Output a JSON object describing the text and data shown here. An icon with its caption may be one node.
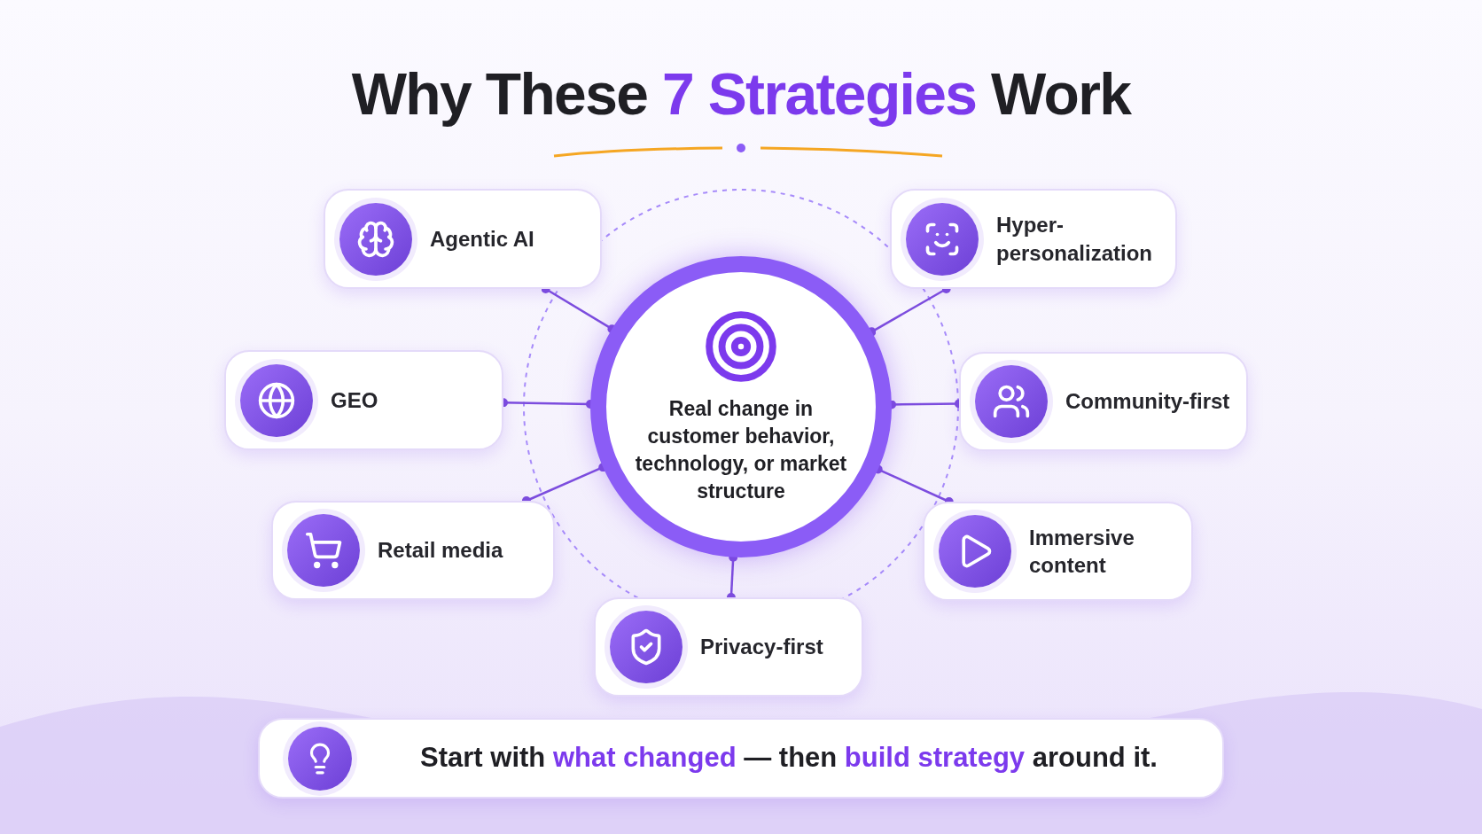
{
  "diagram": {
    "title": "Why These **7 Strategies** Work",
    "nodes": [
      {
        "text": [
          "Real change in customer behavior, technology, or market structure"
        ]
      },
      {
        "text": [
          "Agentic AI"
        ]
      },
      {
        "text": [
          "Hyper-personalization"
        ]
      },
      {
        "text": [
          "GEO"
        ]
      },
      {
        "text": [
          "Community-first"
        ]
      },
      {
        "text": [
          "Retail media"
        ]
      },
      {
        "text": [
          "Immersive content"
        ]
      },
      {
        "text": [
          "Privacy-first"
        ]
      },
      {
        "text": [
          "Start with **what changed** — then **build strategy** around it."
        ]
      }
    ],
    "edges": [
      {
        "from": 0,
        "to": 1,
        "arrow": "other"
      },
      {
        "from": 0,
        "to": 2,
        "arrow": "other"
      },
      {
        "from": 0,
        "to": 3,
        "arrow": "other"
      },
      {
        "from": 0,
        "to": 4,
        "arrow": "other"
      },
      {
        "from": 0,
        "to": 5,
        "arrow": "other"
      },
      {
        "from": 0,
        "to": 6,
        "arrow": "other"
      },
      {
        "from": 0,
        "to": 7,
        "arrow": "other"
      }
    ]
  }
}
